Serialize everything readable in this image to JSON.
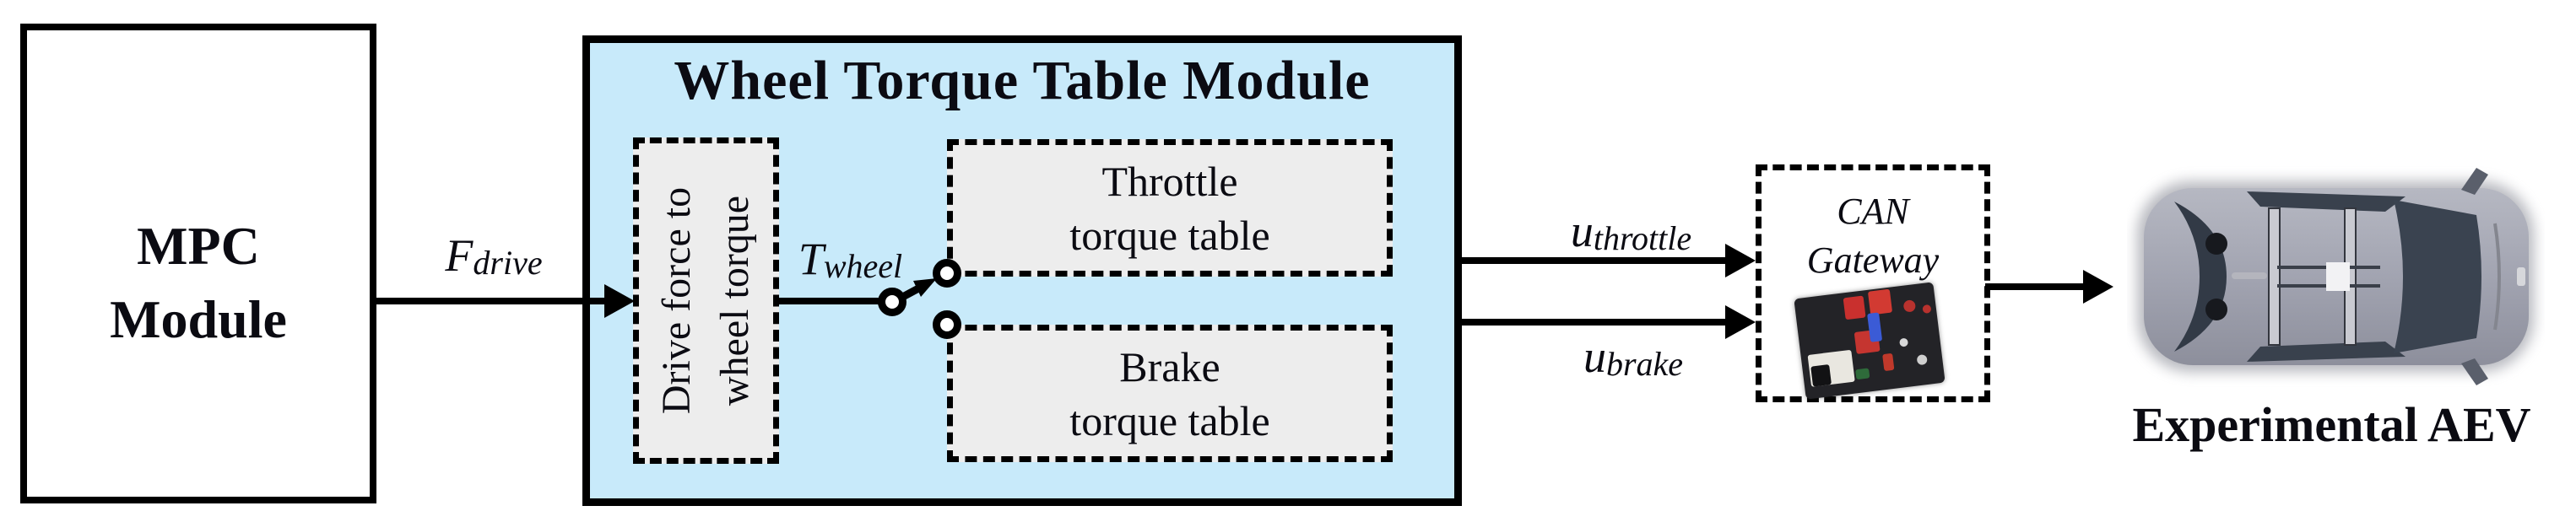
{
  "blocks": {
    "mpc": {
      "line1": "MPC",
      "line2": "Module"
    },
    "wheel_torque_module": {
      "title": "Wheel Torque Table Module"
    },
    "drive_force_converter": {
      "line1": "Drive force to",
      "line2": "wheel torque"
    },
    "throttle_table": {
      "line1": "Throttle",
      "line2": "torque table"
    },
    "brake_table": {
      "line1": "Brake",
      "line2": "torque table"
    },
    "can_gateway": {
      "line1": "CAN",
      "line2": "Gateway"
    },
    "aev": {
      "caption": "Experimental AEV"
    }
  },
  "signals": {
    "f_drive": {
      "symbol": "F",
      "subscript": "drive"
    },
    "t_wheel": {
      "symbol": "T",
      "subscript": "wheel"
    },
    "u_throttle": {
      "symbol": "u",
      "subscript": "throttle"
    },
    "u_brake": {
      "symbol": "u",
      "subscript": "brake"
    }
  },
  "colors": {
    "module_fill": "#c8eafa",
    "inner_box_fill": "#ededed",
    "line_color": "#000000",
    "text_color": "#0b0b12",
    "car_body": "#a2a4b1",
    "car_glass": "#3a4350"
  }
}
